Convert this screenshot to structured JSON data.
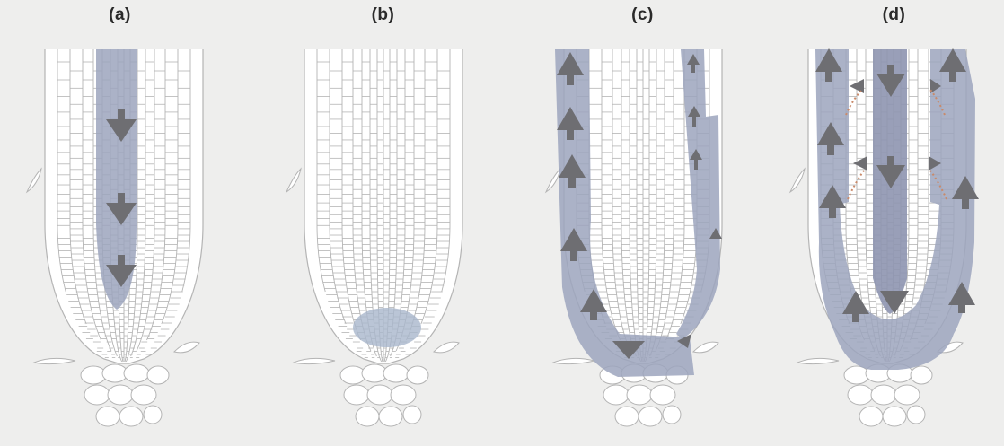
{
  "figure": {
    "panels": [
      {
        "label": "(a)"
      },
      {
        "label": "(b)"
      },
      {
        "label": "(c)"
      },
      {
        "label": "(d)"
      }
    ]
  },
  "colors": {
    "background": "#eeeeed",
    "cell_outline": "#b4b4b4",
    "tissue_fill": "#ffffff",
    "auxin_zone": "#9ca4bd",
    "auxin_spot": "#a9b6cc",
    "arrow": "#6e6e72",
    "dotted_arrow": "#c98a6a"
  },
  "icons": {
    "arrow_down": "arrow-down-icon",
    "arrow_up": "arrow-up-icon",
    "arrow_lateral": "arrow-lateral-icon"
  }
}
